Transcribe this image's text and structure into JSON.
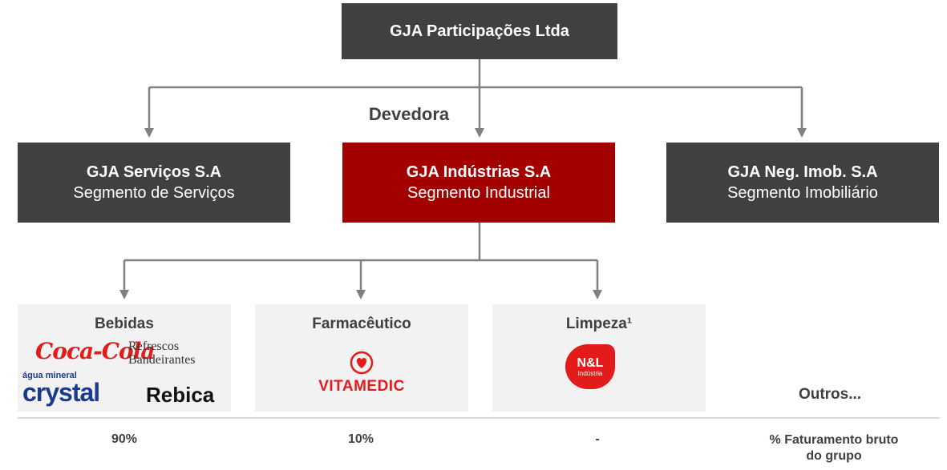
{
  "root": {
    "title": "GJA Participações Ltda"
  },
  "debtor_label": "Devedora",
  "subsidiaries": [
    {
      "title": "GJA Serviços S.A",
      "segment": "Segmento de Serviços"
    },
    {
      "title": "GJA Indústrias S.A",
      "segment": "Segmento Industrial"
    },
    {
      "title": "GJA Neg. Imob.  S.A",
      "segment": "Segmento Imobiliário"
    }
  ],
  "segments": [
    {
      "title": "Bebidas",
      "brands": [
        "Coca-Cola",
        "Refrescos",
        "Bandeirantes",
        "água mineral",
        "crystal",
        "Rebica"
      ],
      "share": "90%"
    },
    {
      "title": "Farmacêutico",
      "brands": [
        "VITAMEDIC"
      ],
      "share": "10%"
    },
    {
      "title": "Limpeza¹",
      "brands": [
        "N&L",
        "Indústria"
      ],
      "share": "-"
    }
  ],
  "others_label": "Outros...",
  "share_caption_line1": "% Faturamento bruto",
  "share_caption_line2": "do grupo",
  "colors": {
    "dark_box": "#404040",
    "highlight_box": "#a30000",
    "card_bg": "#f2f2f2",
    "coca_red": "#e41b1b",
    "crystal_blue": "#1b3c8c"
  }
}
